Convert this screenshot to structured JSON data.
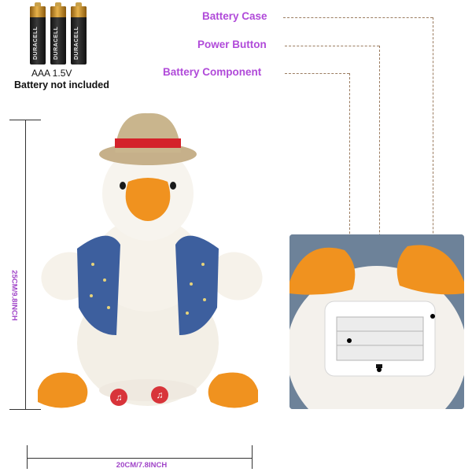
{
  "battery": {
    "brand": "DURACELL",
    "type_label": "AAA 1.5V",
    "note": "Battery not included"
  },
  "callouts": {
    "battery_case": "Battery Case",
    "power_button": "Power Button",
    "battery_component": "Battery Component"
  },
  "dimensions": {
    "height": "25CM/9.8INCH",
    "width": "20CM/7.8INCH"
  },
  "colors": {
    "callout_text": "#b04ad9",
    "beak": "#f0921f",
    "hat_band": "#d4222a",
    "jacket": "#3b5f9c"
  },
  "icons": {
    "music_left": "music-note-icon",
    "music_right": "music-note-icon"
  }
}
